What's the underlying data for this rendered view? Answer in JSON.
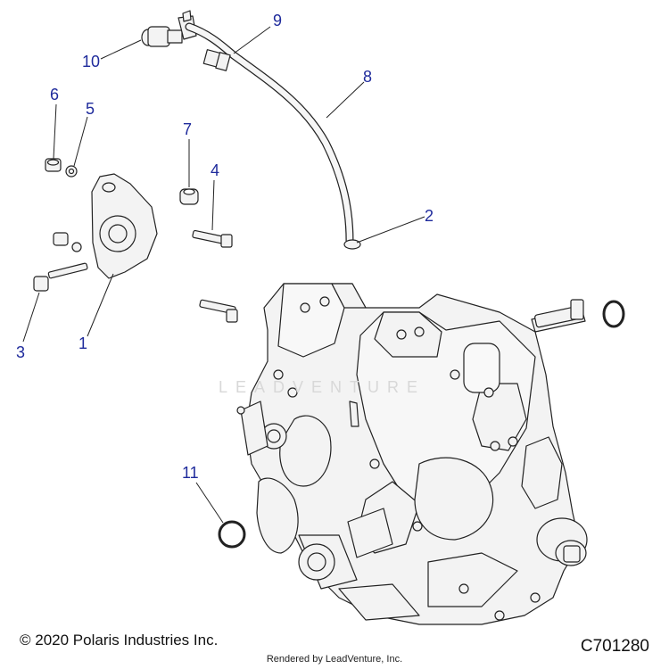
{
  "diagram": {
    "callouts": [
      {
        "id": "c1",
        "label": "1"
      },
      {
        "id": "c2",
        "label": "2"
      },
      {
        "id": "c3",
        "label": "3"
      },
      {
        "id": "c4",
        "label": "4"
      },
      {
        "id": "c5",
        "label": "5"
      },
      {
        "id": "c6",
        "label": "6"
      },
      {
        "id": "c7",
        "label": "7"
      },
      {
        "id": "c8",
        "label": "8"
      },
      {
        "id": "c9",
        "label": "9"
      },
      {
        "id": "c10",
        "label": "10"
      },
      {
        "id": "c11",
        "label": "11"
      }
    ],
    "watermark": "LEADVENTURE",
    "copyright": "© 2020 Polaris Industries Inc.",
    "drawing_number": "C701280",
    "rendered_by": "Rendered by LeadVenture, Inc.",
    "colors": {
      "callout": "#1f2b9c",
      "line": "#222222",
      "part_fill": "#f4f4f4"
    }
  }
}
